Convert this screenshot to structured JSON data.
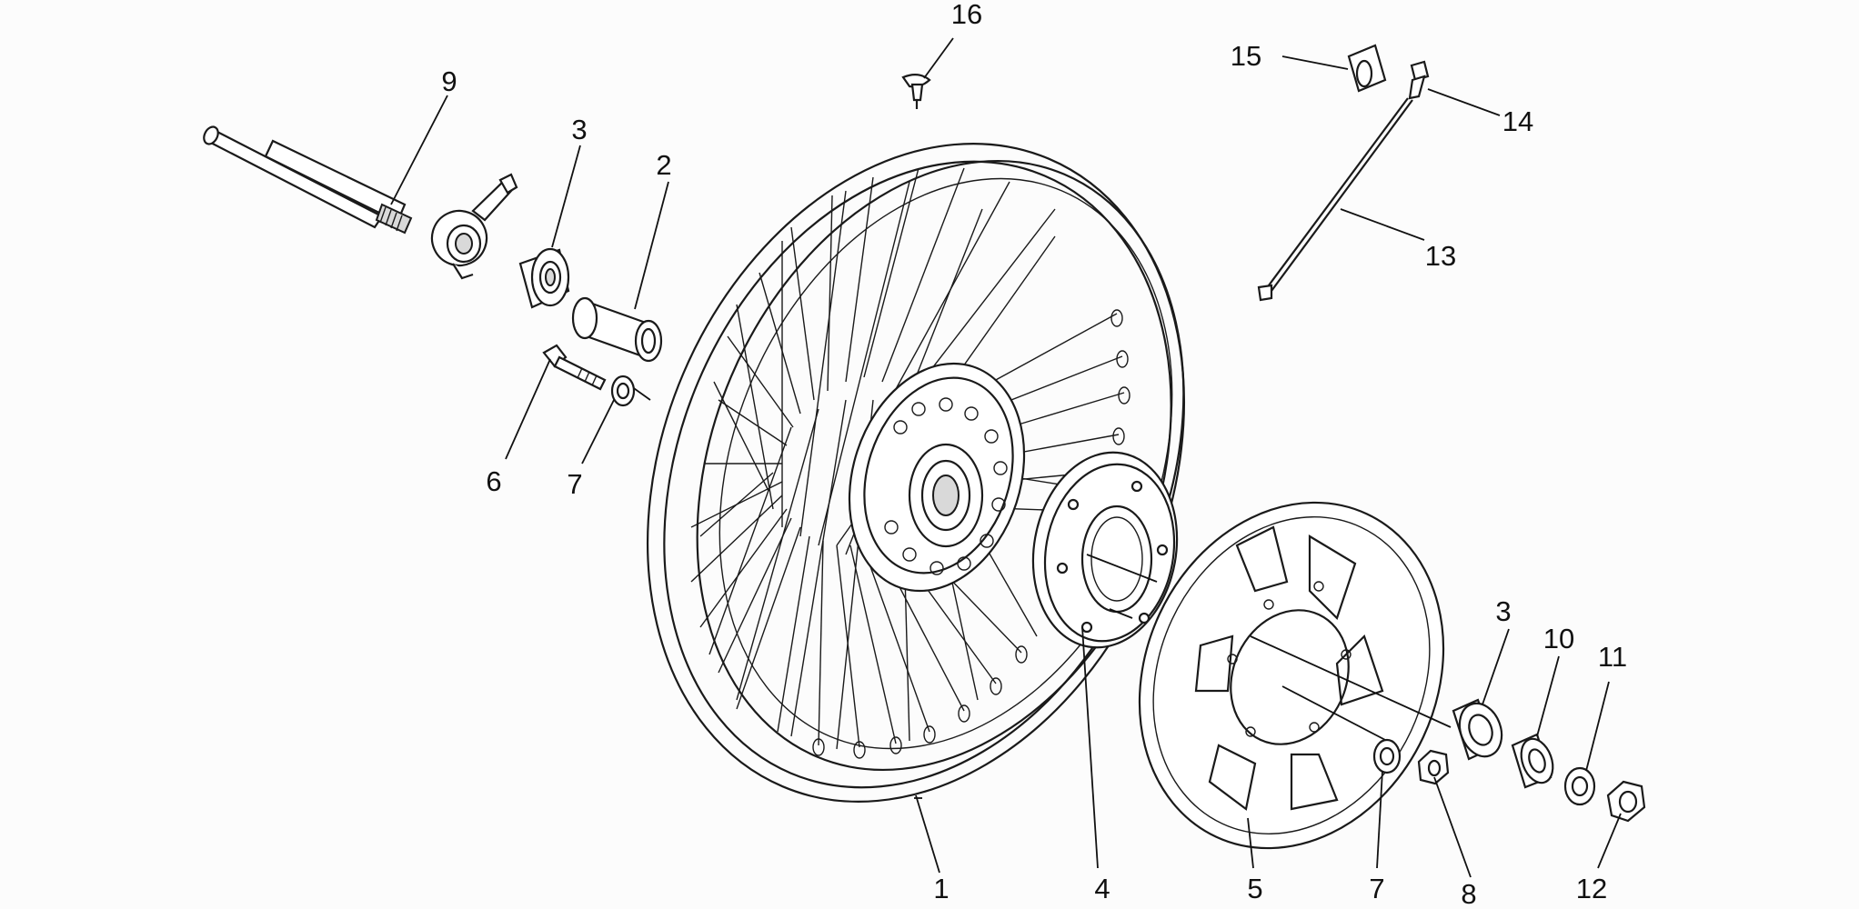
{
  "callouts": {
    "c1": "1",
    "c2": "2",
    "c3a": "3",
    "c3b": "3",
    "c4": "4",
    "c5": "5",
    "c6": "6",
    "c7a": "7",
    "c7b": "7",
    "c8": "8",
    "c9": "9",
    "c10": "10",
    "c11": "11",
    "c12": "12",
    "c13": "13",
    "c14": "14",
    "c15": "15",
    "c16": "16"
  }
}
